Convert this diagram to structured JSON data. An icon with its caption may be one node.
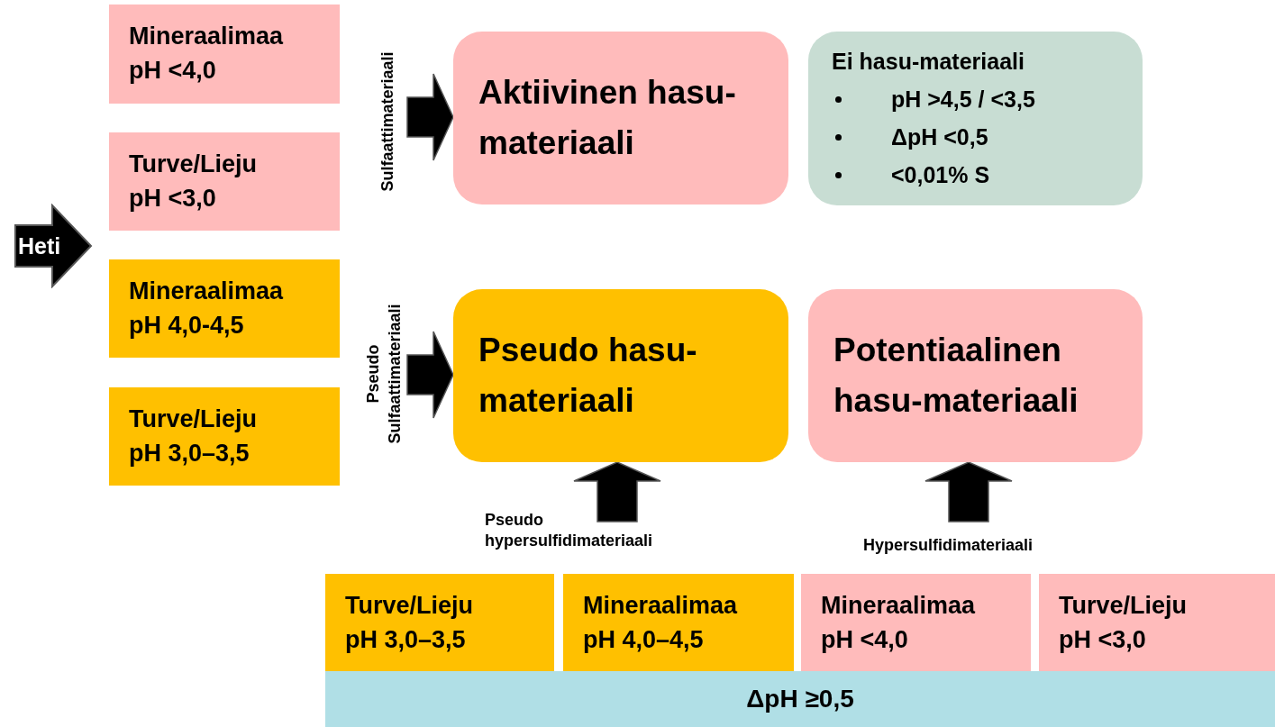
{
  "diagram": {
    "nodes": [
      {
        "text": [
          "Heti"
        ]
      },
      {
        "text": [
          "Mineraalimaa",
          "pH <4,0"
        ]
      },
      {
        "text": [
          "Turve/Lieju",
          "pH <3,0"
        ]
      },
      {
        "text": [
          "Mineraalimaa",
          "pH 4,0-4,5"
        ]
      },
      {
        "text": [
          "Turve/Lieju",
          "pH 3,0–3,5"
        ]
      },
      {
        "text": [
          "Aktiivinen hasu-materiaali"
        ]
      },
      {
        "text": [
          "Ei hasu-materiaali",
          "pH >4,5 / <3,5",
          "ΔpH <0,5",
          "<0,01% S"
        ]
      },
      {
        "text": [
          "Pseudo hasu-materiaali"
        ]
      },
      {
        "text": [
          "Potentiaalinen hasu-materiaali"
        ]
      },
      {
        "text": [
          "Turve/Lieju",
          "pH 3,0–3,5"
        ]
      },
      {
        "text": [
          "Mineraalimaa",
          "pH 4,0–4,5"
        ]
      },
      {
        "text": [
          "Mineraalimaa",
          "pH <4,0"
        ]
      },
      {
        "text": [
          "Turve/Lieju",
          "pH <3,0"
        ]
      },
      {
        "text": [
          "ΔpH ≥0,5"
        ]
      }
    ],
    "edges": [
      {
        "from": null,
        "to": 5,
        "arrow": "to",
        "label": "Sulfaattimateriaali"
      },
      {
        "from": null,
        "to": 7,
        "arrow": "to",
        "label": "Pseudo Sulfaattimateriaali"
      },
      {
        "from": null,
        "to": 7,
        "arrow": "to",
        "label": "Pseudo hypersulfidimateriaali"
      },
      {
        "from": null,
        "to": 8,
        "arrow": "to",
        "label": "Hypersulfidimateriaali"
      }
    ]
  }
}
